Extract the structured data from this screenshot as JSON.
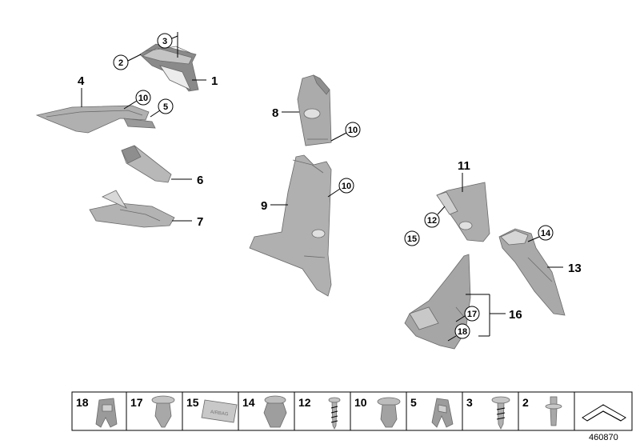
{
  "callouts": {
    "p1": "1",
    "p2": "2",
    "p3": "3",
    "p4": "4",
    "p5": "5",
    "p6": "6",
    "p7": "7",
    "p8": "8",
    "p9": "9",
    "p10a": "10",
    "p10b": "10",
    "p10c": "10",
    "p11": "11",
    "p12": "12",
    "p13": "13",
    "p14": "14",
    "p15": "15",
    "p16": "16",
    "p17": "17",
    "p18": "18"
  },
  "strip": [
    "18",
    "17",
    "15",
    "14",
    "12",
    "10",
    "5",
    "3",
    "2"
  ],
  "colors": {
    "part_fill": "#b5b5b5",
    "part_dark": "#8a8a8a",
    "part_light": "#d3d3d3"
  },
  "reference_number": "460870"
}
